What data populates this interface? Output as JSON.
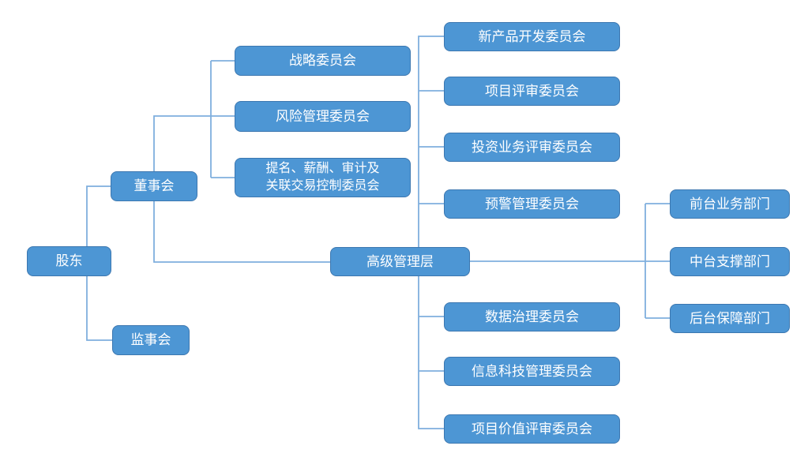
{
  "diagram": {
    "type": "org-chart",
    "nodes": {
      "shareholders": {
        "label": "股东"
      },
      "board": {
        "label": "董事会"
      },
      "supervisory": {
        "label": "监事会"
      },
      "strategy": {
        "label": "战略委员会"
      },
      "risk": {
        "label": "风险管理委员会"
      },
      "nomination": {
        "line1": "提名、薪酬、审计及",
        "line2": "关联交易控制委员会"
      },
      "senior": {
        "label": "高级管理层"
      },
      "new_product": {
        "label": "新产品开发委员会"
      },
      "project_review": {
        "label": "项目评审委员会"
      },
      "investment_review": {
        "label": "投资业务评审委员会"
      },
      "warning": {
        "label": "预警管理委员会"
      },
      "data_governance": {
        "label": "数据治理委员会"
      },
      "it_management": {
        "label": "信息科技管理委员会"
      },
      "project_value": {
        "label": "项目价值评审委员会"
      },
      "front_office": {
        "label": "前台业务部门"
      },
      "middle_office": {
        "label": "中台支撑部门"
      },
      "back_office": {
        "label": "后台保障部门"
      }
    },
    "colors": {
      "node_fill": "#4d96d4",
      "node_border": "#3c77b0",
      "connector": "#7fafde",
      "text": "#ffffff",
      "background": "#ffffff"
    }
  }
}
